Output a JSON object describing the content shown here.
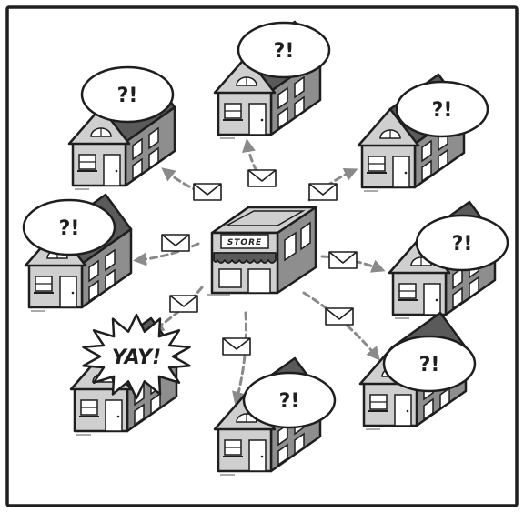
{
  "diagram": {
    "center": {
      "label": "STORE"
    },
    "reactions": {
      "confused": "?!",
      "happy": "YAY!"
    },
    "houses": [
      {
        "id": "north",
        "reaction": "confused"
      },
      {
        "id": "north-west",
        "reaction": "confused"
      },
      {
        "id": "north-east",
        "reaction": "confused"
      },
      {
        "id": "west",
        "reaction": "confused"
      },
      {
        "id": "east",
        "reaction": "confused"
      },
      {
        "id": "south-west",
        "reaction": "happy"
      },
      {
        "id": "south",
        "reaction": "confused"
      },
      {
        "id": "south-east",
        "reaction": "confused"
      }
    ],
    "message_icon": "envelope-icon",
    "colors": {
      "outline": "#1e1e1e",
      "wall": "#cfcfcf",
      "wall_dark": "#8e8e8e",
      "roof": "#5a5a5a",
      "arrow": "#8a8a8a",
      "bubble_fill": "#ffffff"
    }
  }
}
